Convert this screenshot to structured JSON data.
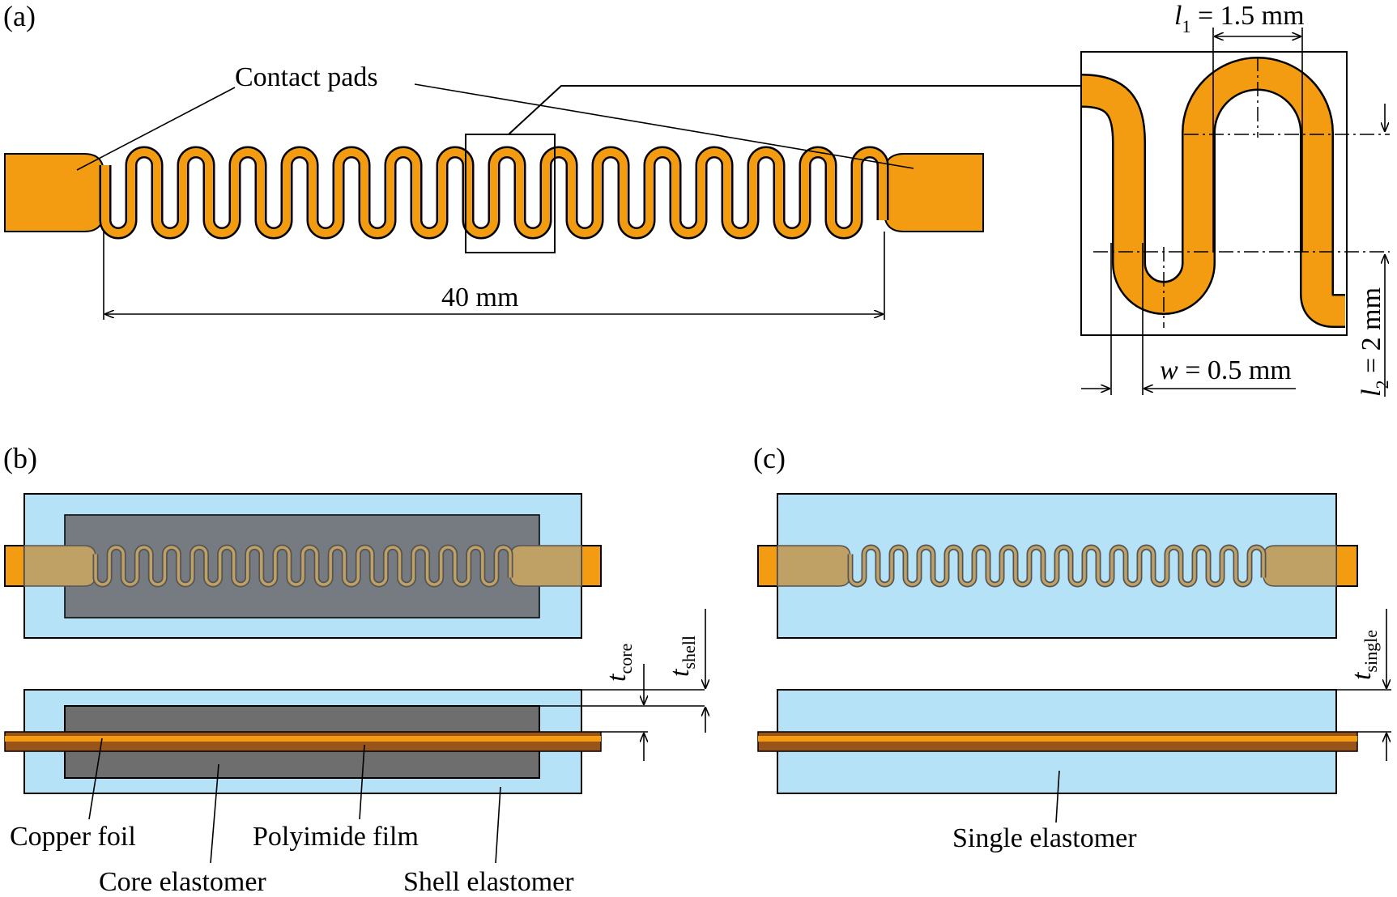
{
  "colors": {
    "copper": "#F39C12",
    "copper_dark": "#9A5318",
    "shell_elastomer": "#B5E2F7",
    "core_elastomer": "#757B80",
    "core_elastomer_side": "#6E6E6E",
    "embedded_copper": "#BFA166",
    "outline": "#000000"
  },
  "panels": {
    "a": {
      "tag": "(a)",
      "contact_pads_label": "Contact pads",
      "length_label": "40 mm",
      "detail": {
        "l1_symbol": "l",
        "l1_sub": "1",
        "l1_value": " = 1.5 mm",
        "l2_symbol": "l",
        "l2_sub": "2",
        "l2_value": " = 2 mm",
        "w_symbol": "w",
        "w_value": " = 0.5 mm"
      }
    },
    "b": {
      "tag": "(b)",
      "t_core_symbol": "t",
      "t_core_sub": "core",
      "t_shell_symbol": "t",
      "t_shell_sub": "shell",
      "labels": {
        "copper_foil": "Copper foil",
        "polyimide_film": "Polyimide film",
        "core_elastomer": "Core elastomer",
        "shell_elastomer": "Shell elastomer"
      }
    },
    "c": {
      "tag": "(c)",
      "t_single_symbol": "t",
      "t_single_sub": "single",
      "labels": {
        "single_elastomer": "Single elastomer"
      }
    }
  }
}
